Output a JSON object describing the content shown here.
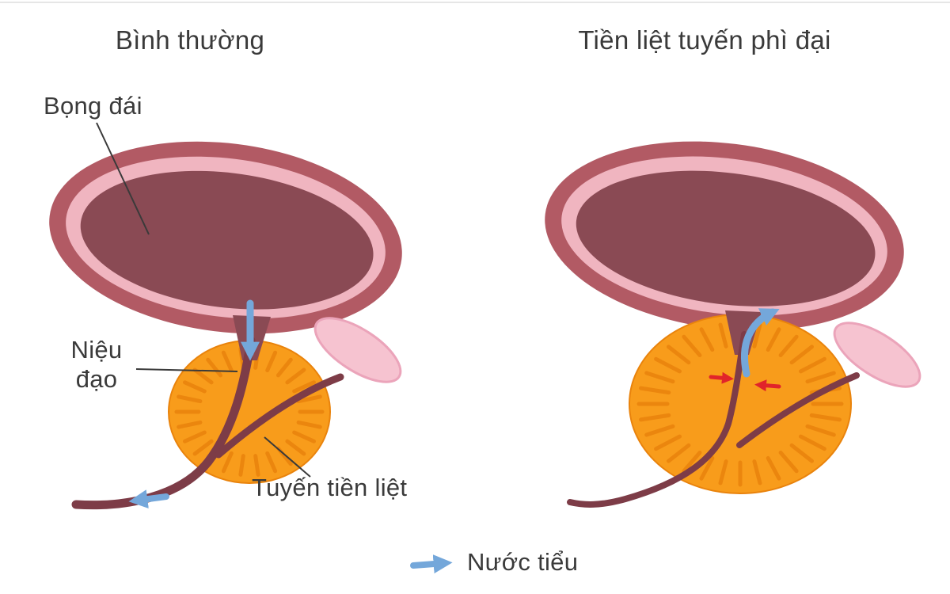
{
  "titles": {
    "left": "Bình thường",
    "right": "Tiền liệt tuyến phì đại"
  },
  "labels": {
    "bladder": "Bọng đái",
    "urethra": "Niệu đạo",
    "prostate": "Tuyến tiền liệt",
    "urine_legend": "Nước tiểu"
  },
  "colors": {
    "bladder_outer": "#b25a64",
    "bladder_rim": "#f0b5c0",
    "bladder_inner": "#8a4a54",
    "prostate": "#f89c1b",
    "prostate_ticks": "#e9830c",
    "urethra": "#7d3c47",
    "vesicle": "#f6c3d0",
    "vesicle_stroke": "#eba4ba",
    "arrow_blue": "#74a7da",
    "arrow_red": "#e1242a",
    "leader_line": "#3a3a3a",
    "text": "#3a3a3a"
  }
}
